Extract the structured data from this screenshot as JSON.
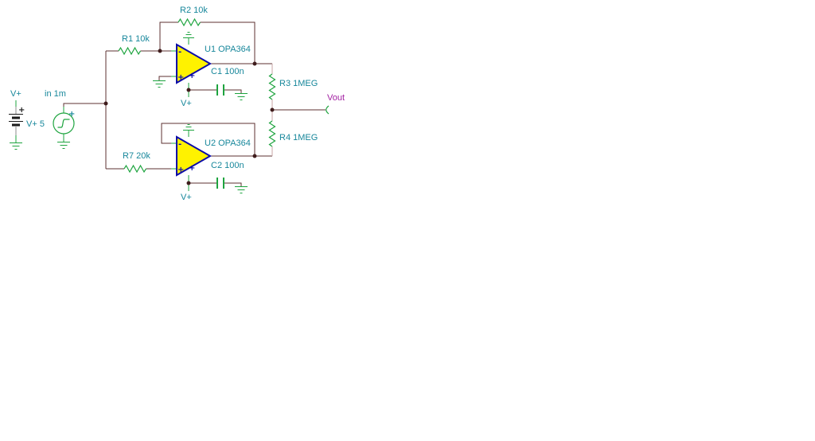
{
  "colors": {
    "canvas_bg": "#ffffff",
    "wire": "#5c3232",
    "component_green": "#1ea43f",
    "label_teal": "#17879b",
    "output_magenta": "#a21fa2",
    "opamp_fill": "#fff200",
    "opamp_border": "#0b0ba8",
    "battery_dark": "#1a1a1a",
    "pin_gray": "#8c8c8c",
    "lead_pink": "#c7a6a6",
    "junction": "#3f1c1c"
  },
  "schematic": {
    "power_source": {
      "net_label": "V+",
      "label": "V+ 5",
      "plus_marker": "+"
    },
    "input_source": {
      "label": "in 1m",
      "plus_marker": "+"
    },
    "resistors": {
      "r1": "R1 10k",
      "r2": "R2 10k",
      "r3": "R3 1MEG",
      "r4": "R4 1MEG",
      "r7": "R7 20k"
    },
    "capacitors": {
      "c1": "C1 100n",
      "c2": "C2 100n"
    },
    "opamps": {
      "u1": {
        "label": "U1 OPA364",
        "power_label": "V+",
        "inverting_marker": "-",
        "noninverting_marker": "+",
        "supply_marker": "+"
      },
      "u2": {
        "label": "U2 OPA364",
        "power_label": "V+",
        "inverting_marker": "-",
        "noninverting_marker": "+",
        "supply_marker": "+"
      }
    },
    "output": {
      "label": "Vout"
    }
  }
}
